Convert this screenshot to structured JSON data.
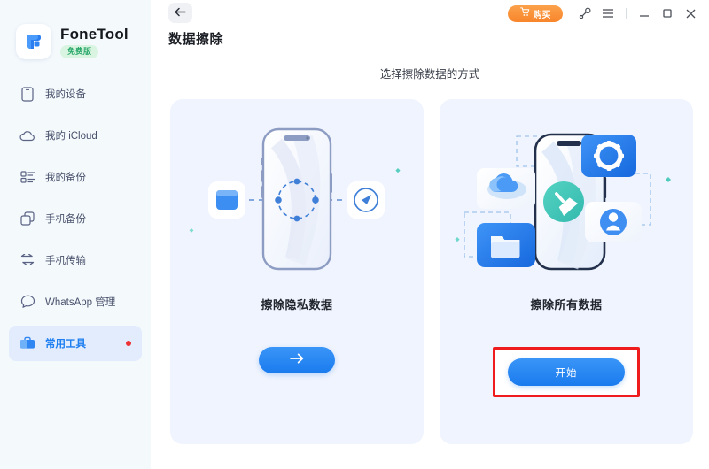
{
  "sidebar": {
    "brand": {
      "name": "FoneTool",
      "badge": "免费版",
      "logo_icon": "fonetool-logo-icon"
    },
    "items": [
      {
        "label": "我的设备",
        "icon": "phone-icon",
        "active": false,
        "badge": false
      },
      {
        "label": "我的 iCloud",
        "icon": "cloud-icon",
        "active": false,
        "badge": false
      },
      {
        "label": "我的备份",
        "icon": "list-icon",
        "active": false,
        "badge": false
      },
      {
        "label": "手机备份",
        "icon": "copy-icon",
        "active": false,
        "badge": false
      },
      {
        "label": "手机传输",
        "icon": "transfer-icon",
        "active": false,
        "badge": false
      },
      {
        "label": "WhatsApp 管理",
        "icon": "chat-icon",
        "active": false,
        "badge": false
      },
      {
        "label": "常用工具",
        "icon": "toolbox-icon",
        "active": true,
        "badge": true
      }
    ]
  },
  "titlebar": {
    "buy_label": "购买",
    "buy_icon": "cart-icon",
    "key_icon": "key-icon",
    "menu_icon": "hamburger-menu-icon",
    "minimize_icon": "minimize-icon",
    "maximize_icon": "maximize-icon",
    "close_icon": "close-icon"
  },
  "header": {
    "back_icon": "arrow-left-icon",
    "title": "数据擦除"
  },
  "main": {
    "subtitle": "选择擦除数据的方式",
    "cards": [
      {
        "title": "擦除隐私数据",
        "art": "phone-privacy-scan-illustration",
        "button_label": "",
        "button_icon": "arrow-right-icon",
        "highlighted": false
      },
      {
        "title": "擦除所有数据",
        "art": "phone-full-erase-illustration",
        "button_label": "开始",
        "button_icon": "",
        "highlighted": true
      }
    ]
  },
  "colors": {
    "accent_blue": "#1a7bee",
    "sidebar_active_bg": "#e2ecfd",
    "card_bg": "#f0f4fe",
    "buy_orange": "#f8852b",
    "badge_green": "#2aa86a",
    "highlight_red": "#ee1c1c",
    "notification_red": "#ee3233"
  }
}
